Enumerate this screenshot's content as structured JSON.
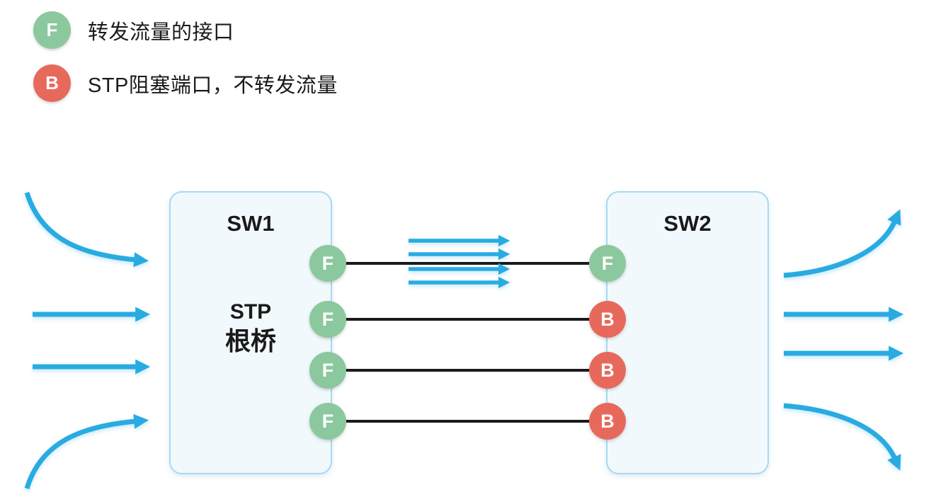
{
  "legend": {
    "items": [
      {
        "symbol": "F",
        "type": "F",
        "label": "转发流量的接口"
      },
      {
        "symbol": "B",
        "type": "B",
        "label": "STP阻塞端口，不转发流量"
      }
    ]
  },
  "switches": {
    "sw1": {
      "title": "SW1",
      "role_line1": "STP",
      "role_line2": "根桥",
      "ports": [
        {
          "label": "F",
          "type": "F"
        },
        {
          "label": "F",
          "type": "F"
        },
        {
          "label": "F",
          "type": "F"
        },
        {
          "label": "F",
          "type": "F"
        }
      ]
    },
    "sw2": {
      "title": "SW2",
      "ports": [
        {
          "label": "F",
          "type": "F"
        },
        {
          "label": "B",
          "type": "B"
        },
        {
          "label": "B",
          "type": "B"
        },
        {
          "label": "B",
          "type": "B"
        }
      ]
    }
  },
  "links": [
    {
      "from": "SW1:F",
      "to": "SW2:F",
      "traffic_arrows": 4
    },
    {
      "from": "SW1:F",
      "to": "SW2:B",
      "traffic_arrows": 0
    },
    {
      "from": "SW1:F",
      "to": "SW2:B",
      "traffic_arrows": 0
    },
    {
      "from": "SW1:F",
      "to": "SW2:B",
      "traffic_arrows": 0
    }
  ],
  "flows": {
    "incoming_left_arrows": 4,
    "outgoing_right_arrows": 4
  },
  "colors": {
    "forwarding_port": "#8cc89e",
    "blocking_port": "#e7695c",
    "traffic_arrow": "#29abe2",
    "switch_fill": "#f1f9fd",
    "switch_border": "#a7d9f2",
    "link_line": "#1a1a1a"
  }
}
